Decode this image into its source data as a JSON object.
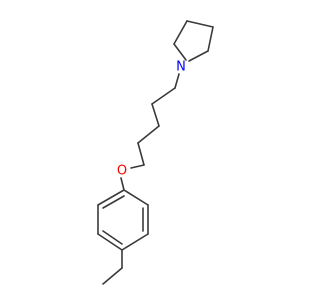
{
  "molecule": {
    "atoms": [
      {
        "id": "N1",
        "symbol": "N",
        "color": "#0000ff"
      },
      {
        "id": "O1",
        "symbol": "O",
        "color": "#ff0000"
      }
    ],
    "colors": {
      "bond": "#3a3a3a",
      "nitrogen": "#0000ff",
      "oxygen": "#ff0000",
      "background": "#ffffff"
    }
  }
}
